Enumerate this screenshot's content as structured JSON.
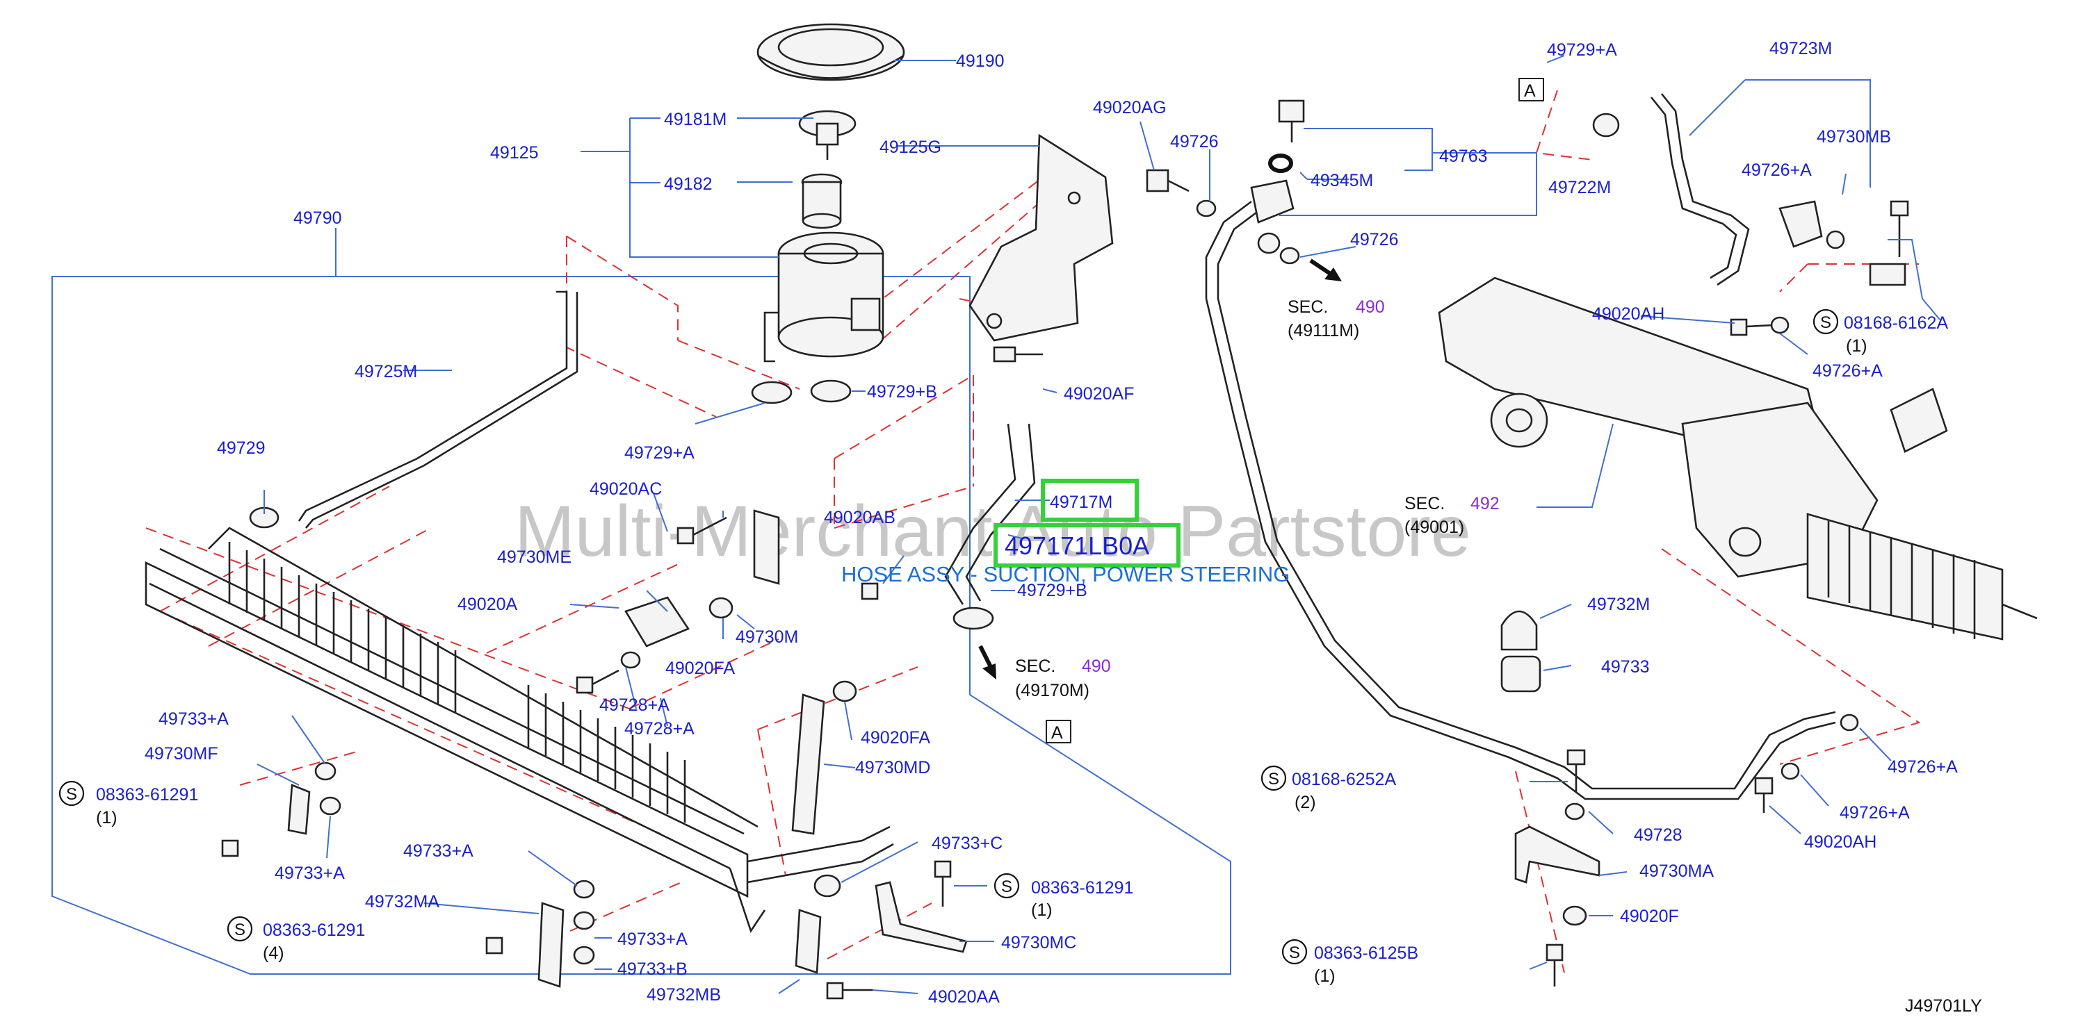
{
  "diagram_code": "J49701LY",
  "watermark": "Multi-Merchant Auto Partstore",
  "highlight": {
    "part_number": "49717M",
    "part_code": "497171LB0A",
    "description": "HOSE ASSY - SUCTION, POWER STEERING"
  },
  "labels": {
    "p49190": "49190",
    "p49181M": "49181M",
    "p49125": "49125",
    "p49182": "49182",
    "p49125G": "49125G",
    "p49790": "49790",
    "p49725M": "49725M",
    "p49729": "49729",
    "p49729pA_a": "49729+A",
    "p49729pB_a": "49729+B",
    "p49020AF": "49020AF",
    "p49020AC": "49020AC",
    "p49020AB": "49020AB",
    "p49729pB_b": "49729+B",
    "p49730ME": "49730ME",
    "p49020A": "49020A",
    "p49730M": "49730M",
    "p49020FA_a": "49020FA",
    "p49728pA_a": "49728+A",
    "p49728pA_b": "49728+A",
    "p49020FA_b": "49020FA",
    "p49730MD": "49730MD",
    "p49733pA_a": "49733+A",
    "p49730MF": "49730MF",
    "p49733pA_b": "49733+A",
    "p49733pA_c": "49733+A",
    "p49732MA": "49732MA",
    "p49733pA_d": "49733+A",
    "p49733pB": "49733+B",
    "p49732MB": "49732MB",
    "p49733pC": "49733+C",
    "p49730MC": "49730MC",
    "p49020AA": "49020AA",
    "p49020AG": "49020AG",
    "p49726_a": "49726",
    "p49345M": "49345M",
    "p49763": "49763",
    "p49722M": "49722M",
    "p49726_b": "49726",
    "p49729pA_b": "49729+A",
    "p49723M": "49723M",
    "p49730MB": "49730MB",
    "p49726pA_a": "49726+A",
    "p49020AH_a": "49020AH",
    "p08168_6162A": "08168-6162A",
    "p49726pA_b": "49726+A",
    "p49732M": "49732M",
    "p49733": "49733",
    "p08168_6252A": "08168-6252A",
    "p49728": "49728",
    "p49730MA": "49730MA",
    "p49020F": "49020F",
    "p08363_6125B": "08363-6125B",
    "p49726pA_c": "49726+A",
    "p49726pA_d": "49726+A",
    "p49020AH_b": "49020AH",
    "p08363_61291_a": "08363-61291",
    "p08363_61291_b": "08363-61291",
    "p08363_61291_c": "08363-61291"
  },
  "quantities": {
    "q_6162A": "(1)",
    "q_6252A": "(2)",
    "q_6125B": "(1)",
    "q_61291_a": "(1)",
    "q_61291_b": "(1)",
    "q_61291_c": "(4)"
  },
  "sections": {
    "sec1_prefix": "SEC.",
    "sec1_num": "490",
    "sec1_ref": "(49111M)",
    "sec2_prefix": "SEC.",
    "sec2_num": "492",
    "sec2_ref": "(49001)",
    "sec3_prefix": "SEC.",
    "sec3_num": "490",
    "sec3_ref": "(49170M)"
  },
  "markers": {
    "ref_a": "A",
    "ref_b": "A",
    "screw_symbol": "S"
  },
  "colors": {
    "label": "#1a1fd0",
    "highlight_box": "#36d13a",
    "section_number": "#8a2bd6",
    "description": "#1a6fd8",
    "leader": "#3f6fd0",
    "phantom_line": "#e03030"
  }
}
